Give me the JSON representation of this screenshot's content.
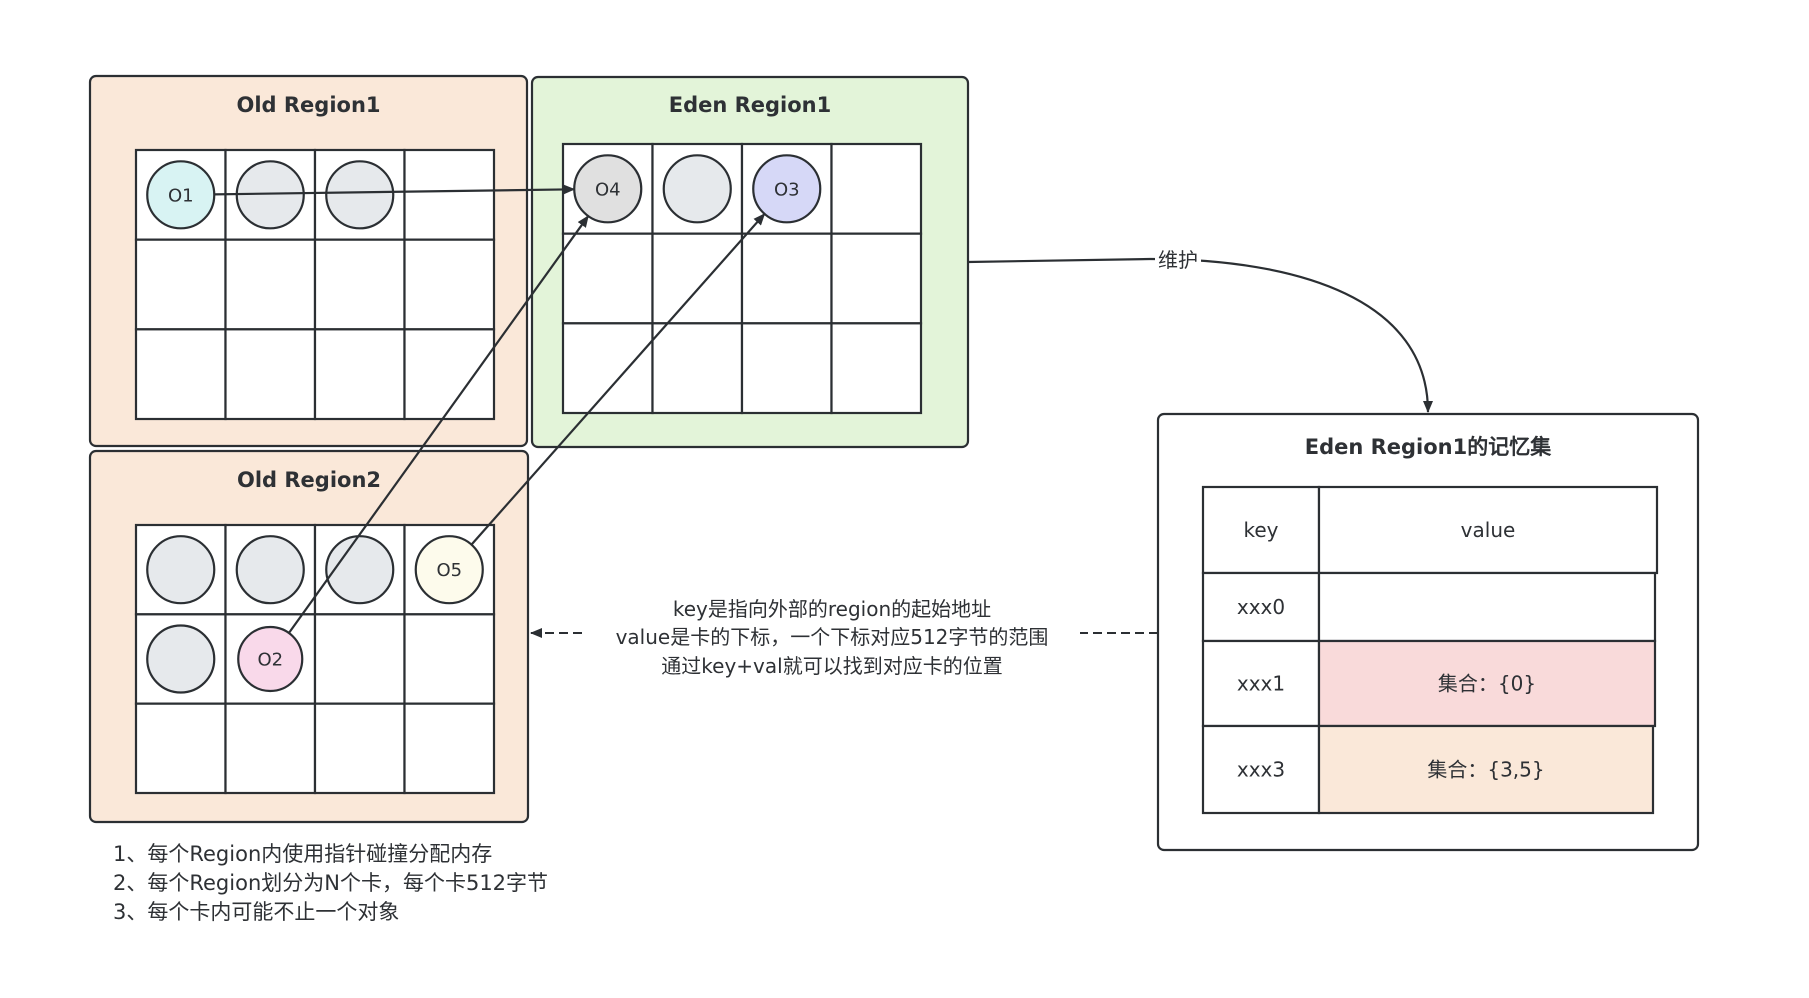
{
  "colors": {
    "stroke": "#2b2f33",
    "old_region_fill": "#fae8d9",
    "eden_region_fill": "#e3f4d9",
    "cell_fill": "#ffffff",
    "object_default_fill": "#e6e9ec",
    "rset_row_xxx1_fill": "#f9dada",
    "rset_row_xxx3_fill": "#fae8d9"
  },
  "regions": [
    {
      "id": "old-region-1",
      "title": "Old Region1",
      "kind": "old",
      "rows": 3,
      "cols": 4,
      "objects": [
        {
          "id": "O1",
          "row": 0,
          "col": 0,
          "label": "O1",
          "fill": "#d8f3f3"
        },
        {
          "id": "old1-obj-2",
          "row": 0,
          "col": 1,
          "label": "",
          "fill": "#e6e9ec"
        },
        {
          "id": "old1-obj-3",
          "row": 0,
          "col": 2,
          "label": "",
          "fill": "#e6e9ec"
        }
      ]
    },
    {
      "id": "eden-region-1",
      "title": "Eden Region1",
      "kind": "eden",
      "rows": 3,
      "cols": 4,
      "objects": [
        {
          "id": "O4",
          "row": 0,
          "col": 0,
          "label": "O4",
          "fill": "#e0e0e0"
        },
        {
          "id": "eden1-obj-2",
          "row": 0,
          "col": 1,
          "label": "",
          "fill": "#e6e9ec"
        },
        {
          "id": "O3",
          "row": 0,
          "col": 2,
          "label": "O3",
          "fill": "#d6d8f7"
        }
      ]
    },
    {
      "id": "old-region-2",
      "title": "Old Region2",
      "kind": "old",
      "rows": 3,
      "cols": 4,
      "objects": [
        {
          "id": "old2-obj-1",
          "row": 0,
          "col": 0,
          "label": "",
          "fill": "#e6e9ec"
        },
        {
          "id": "old2-obj-2",
          "row": 0,
          "col": 1,
          "label": "",
          "fill": "#e6e9ec"
        },
        {
          "id": "old2-obj-3",
          "row": 0,
          "col": 2,
          "label": "",
          "fill": "#e6e9ec"
        },
        {
          "id": "O5",
          "row": 0,
          "col": 3,
          "label": "O5",
          "fill": "#fdfbec"
        },
        {
          "id": "old2-obj-5",
          "row": 1,
          "col": 0,
          "label": "",
          "fill": "#e6e9ec"
        },
        {
          "id": "O2",
          "row": 1,
          "col": 1,
          "label": "O2",
          "fill": "#f9d9ea"
        }
      ]
    }
  ],
  "references": [
    {
      "from": "O1",
      "to": "O4"
    },
    {
      "from": "O2",
      "to": "O4"
    },
    {
      "from": "O5",
      "to": "O3"
    }
  ],
  "maintain_edge": {
    "label": "维护",
    "from": "eden-region-1",
    "to": "remembered-set"
  },
  "remembered_set": {
    "title": "Eden Region1的记忆集",
    "header": {
      "key": "key",
      "value": "value"
    },
    "rows": [
      {
        "key": "xxx0",
        "value": "",
        "fill": "#ffffff"
      },
      {
        "key": "xxx1",
        "value": "集合：{0}",
        "fill": "#f9dada"
      },
      {
        "key": "xxx3",
        "value": "集合：{3,5}",
        "fill": "#fae8d9"
      }
    ]
  },
  "annotation": {
    "lines": [
      "key是指向外部的region的起始地址",
      "value是卡的下标，一个下标对应512字节的范围",
      "通过key+val就可以找到对应卡的位置"
    ]
  },
  "notes": [
    "1、每个Region内使用指针碰撞分配内存",
    "2、每个Region划分为N个卡，每个卡512字节",
    "3、每个卡内可能不止一个对象"
  ]
}
